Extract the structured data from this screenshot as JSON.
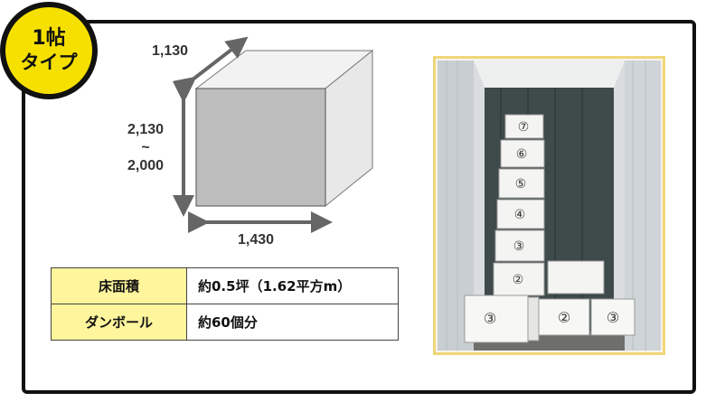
{
  "badge": {
    "line1": "1帖",
    "line2": "タイプ"
  },
  "diagram": {
    "depth": "1,130",
    "height_max": "2,130",
    "height_sep": "~",
    "height_min": "2,000",
    "width": "1,430"
  },
  "specs": [
    {
      "label": "床面積",
      "value": "約0.5坪（1.62平方m）"
    },
    {
      "label": "ダンボール",
      "value": "約60個分"
    }
  ],
  "photo": {
    "stack_labels": [
      "⑦",
      "⑥",
      "⑤",
      "④",
      "③",
      "②"
    ],
    "floor_labels": [
      "③",
      "②",
      "③"
    ]
  },
  "colors": {
    "badge": "#f6e000",
    "table_header": "#fff59d",
    "photo_border": "#f0d678",
    "cube_front": "#bdbdbd",
    "cube_side": "#e8e8e8"
  }
}
